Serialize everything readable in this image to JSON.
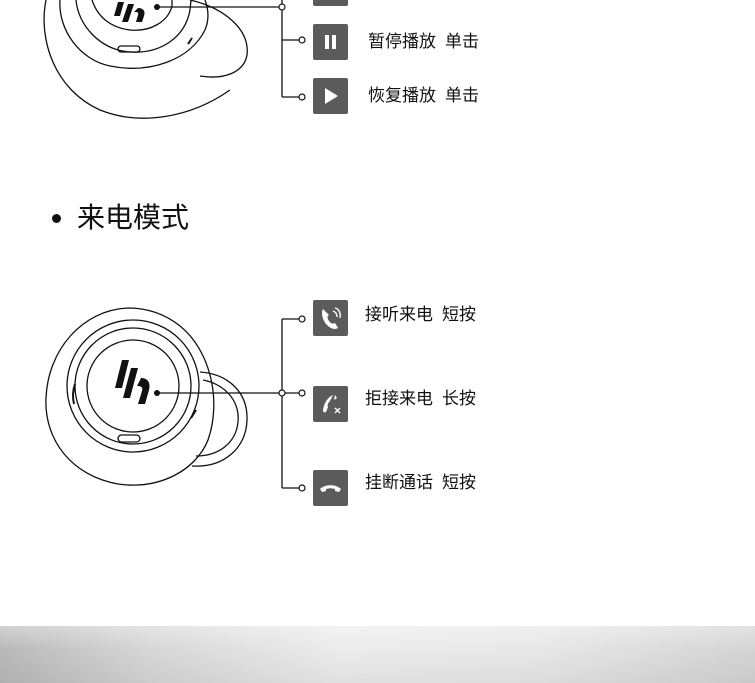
{
  "media": {
    "rows": [
      {
        "name": "pause",
        "label": "暂停播放",
        "action": "单击"
      },
      {
        "name": "resume",
        "label": "恢复播放",
        "action": "单击"
      }
    ]
  },
  "call_section": {
    "title": "来电模式",
    "rows": [
      {
        "name": "answer",
        "label": "接听来电",
        "action": "短按"
      },
      {
        "name": "reject",
        "label": "拒接来电",
        "action": "长按"
      },
      {
        "name": "hangup",
        "label": "挂断通话",
        "action": "短按"
      }
    ]
  },
  "colors": {
    "icon_bg": "#5b5b5b",
    "line": "#111111",
    "text": "#111111",
    "footer": "#d9d9d9"
  },
  "icons": {
    "earbud": "earbud-icon",
    "pause": "pause-icon",
    "play": "play-icon",
    "phone_ring": "phone-ringing-icon",
    "phone_reject": "phone-reject-icon",
    "phone_hangup": "phone-hangup-icon",
    "logo": "edifier-logo-icon"
  }
}
